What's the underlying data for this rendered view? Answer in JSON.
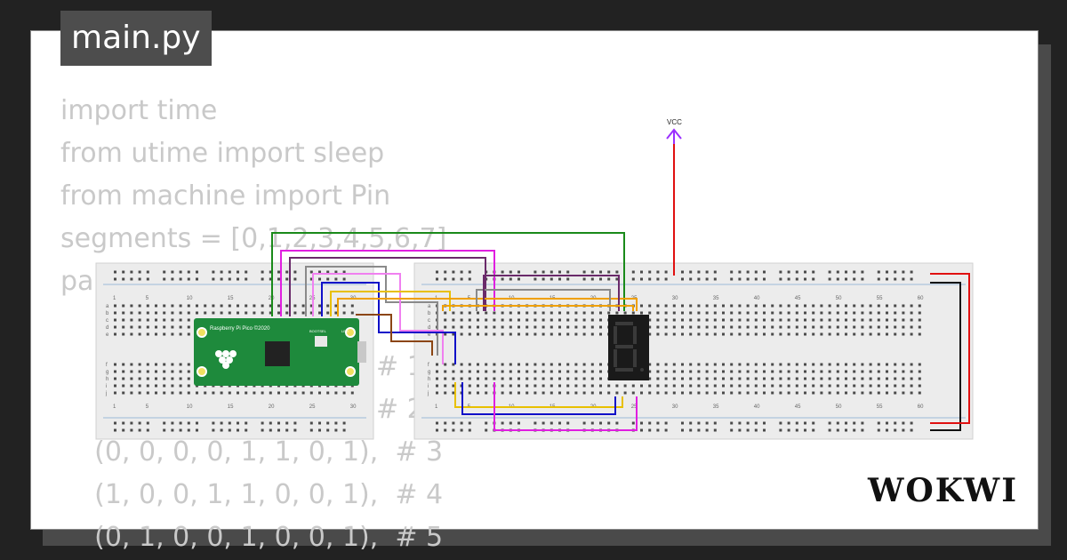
{
  "file_tab": {
    "name": "main.py"
  },
  "code_lines": [
    "import time",
    "from utime import sleep",
    "from machine import Pin",
    "segments = [0,1,2,3,4,5,6,7]",
    "pa",
    "    (",
    "    (                                # 1",
    "    (                                # 2",
    "    (0, 0, 0, 0, 1, 1, 0, 1),  # 3",
    "    (1, 0, 0, 1, 1, 0, 0, 1),  # 4",
    "    (0, 1, 0, 0, 1, 0, 0, 1),  # 5"
  ],
  "diagram": {
    "power_label": "VCC",
    "board_label": "Raspberry Pi Pico ©2020",
    "board_text_bootsel": "BOOTSEL",
    "board_text_led": "LED",
    "left_breadboard": {
      "column_numbers": [
        "1",
        "5",
        "10",
        "15",
        "20",
        "25",
        "30"
      ],
      "row_letters_top": [
        "a",
        "b",
        "c",
        "d",
        "e"
      ],
      "row_letters_bottom": [
        "f",
        "g",
        "h",
        "i",
        "j"
      ]
    },
    "right_breadboard": {
      "column_numbers": [
        "1",
        "5",
        "10",
        "15",
        "20",
        "25",
        "30",
        "35",
        "40",
        "45",
        "50",
        "55",
        "60"
      ],
      "row_letters_top": [
        "a",
        "b",
        "c",
        "d",
        "e"
      ],
      "row_letters_bottom": [
        "f",
        "g",
        "h",
        "i",
        "j"
      ]
    },
    "seven_segment_digit": "8",
    "wire_colors": {
      "green": "#1a8a1a",
      "magenta": "#e01ee0",
      "purple": "#6a2a6a",
      "gray": "#8a8a8a",
      "pink": "#f080f0",
      "blue": "#1010c8",
      "yellow": "#e8c000",
      "orange": "#f0a000",
      "brown": "#8b4513",
      "red": "#e01010",
      "black": "#000000",
      "power": "#9b30ff"
    },
    "colors": {
      "breadboard": "#ececec",
      "board": "#1e8a3c",
      "display": "#1a1a1a"
    }
  },
  "brand": {
    "name": "WOKWI"
  }
}
